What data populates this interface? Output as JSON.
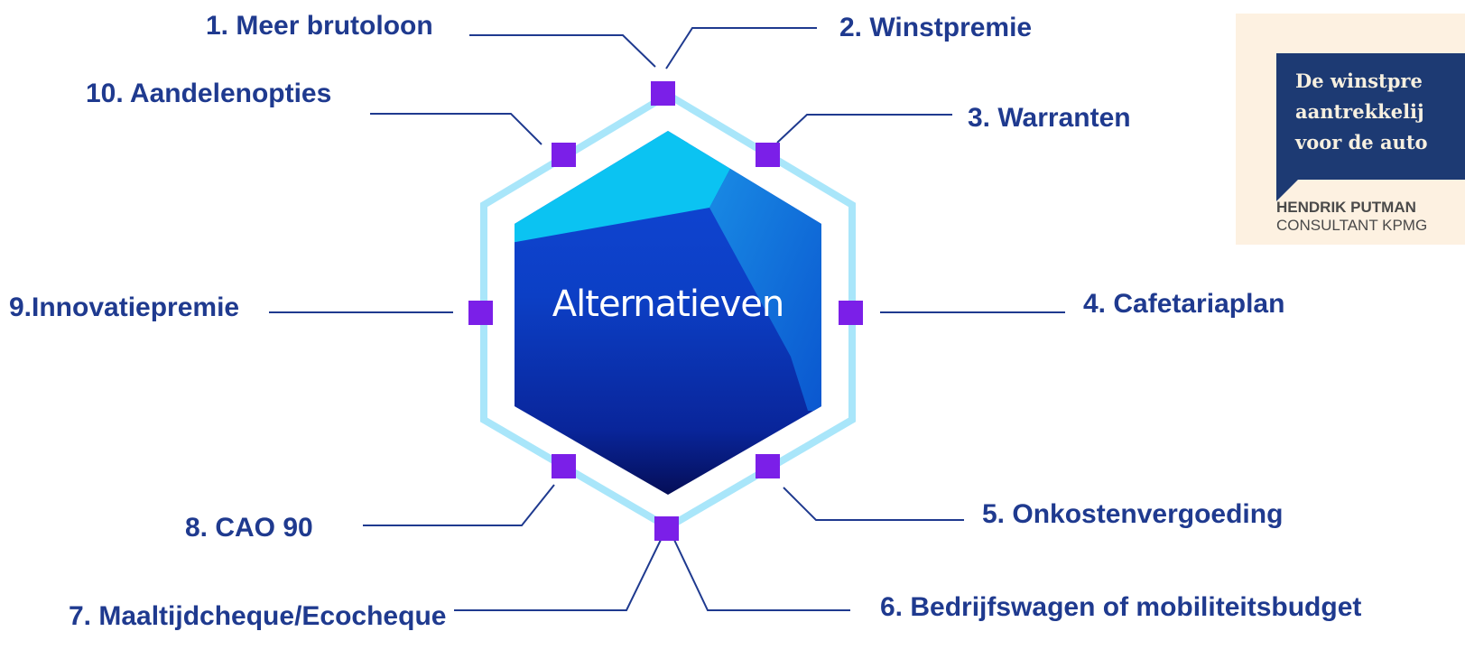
{
  "center": {
    "title": "Alternatieven"
  },
  "items": [
    "1. Meer brutoloon",
    "2. Winstpremie",
    "3. Warranten",
    "4. Cafetariaplan",
    "5. Onkostenvergoeding",
    "6. Bedrijfswagen of mobiliteitsbudget",
    "7. Maaltijdcheque/Ecocheque",
    "8. CAO 90",
    "9.Innovatiepremie",
    "10. Aandelenopties"
  ],
  "quote": {
    "lines": [
      "De winstpre",
      "aantrekkelij",
      "voor de auto"
    ],
    "author_name": "HENDRIK PUTMAN",
    "author_role": "CONSULTANT KPMG"
  },
  "colors": {
    "label": "#1f3a8f",
    "node": "#7b1fe8",
    "hex_outline": "#a9e6fa",
    "hex_light": "#0bc3f2",
    "hex_dark": "#040a4c",
    "quote_bg": "#fdf1e1",
    "quote_bubble": "#1d3a73"
  }
}
